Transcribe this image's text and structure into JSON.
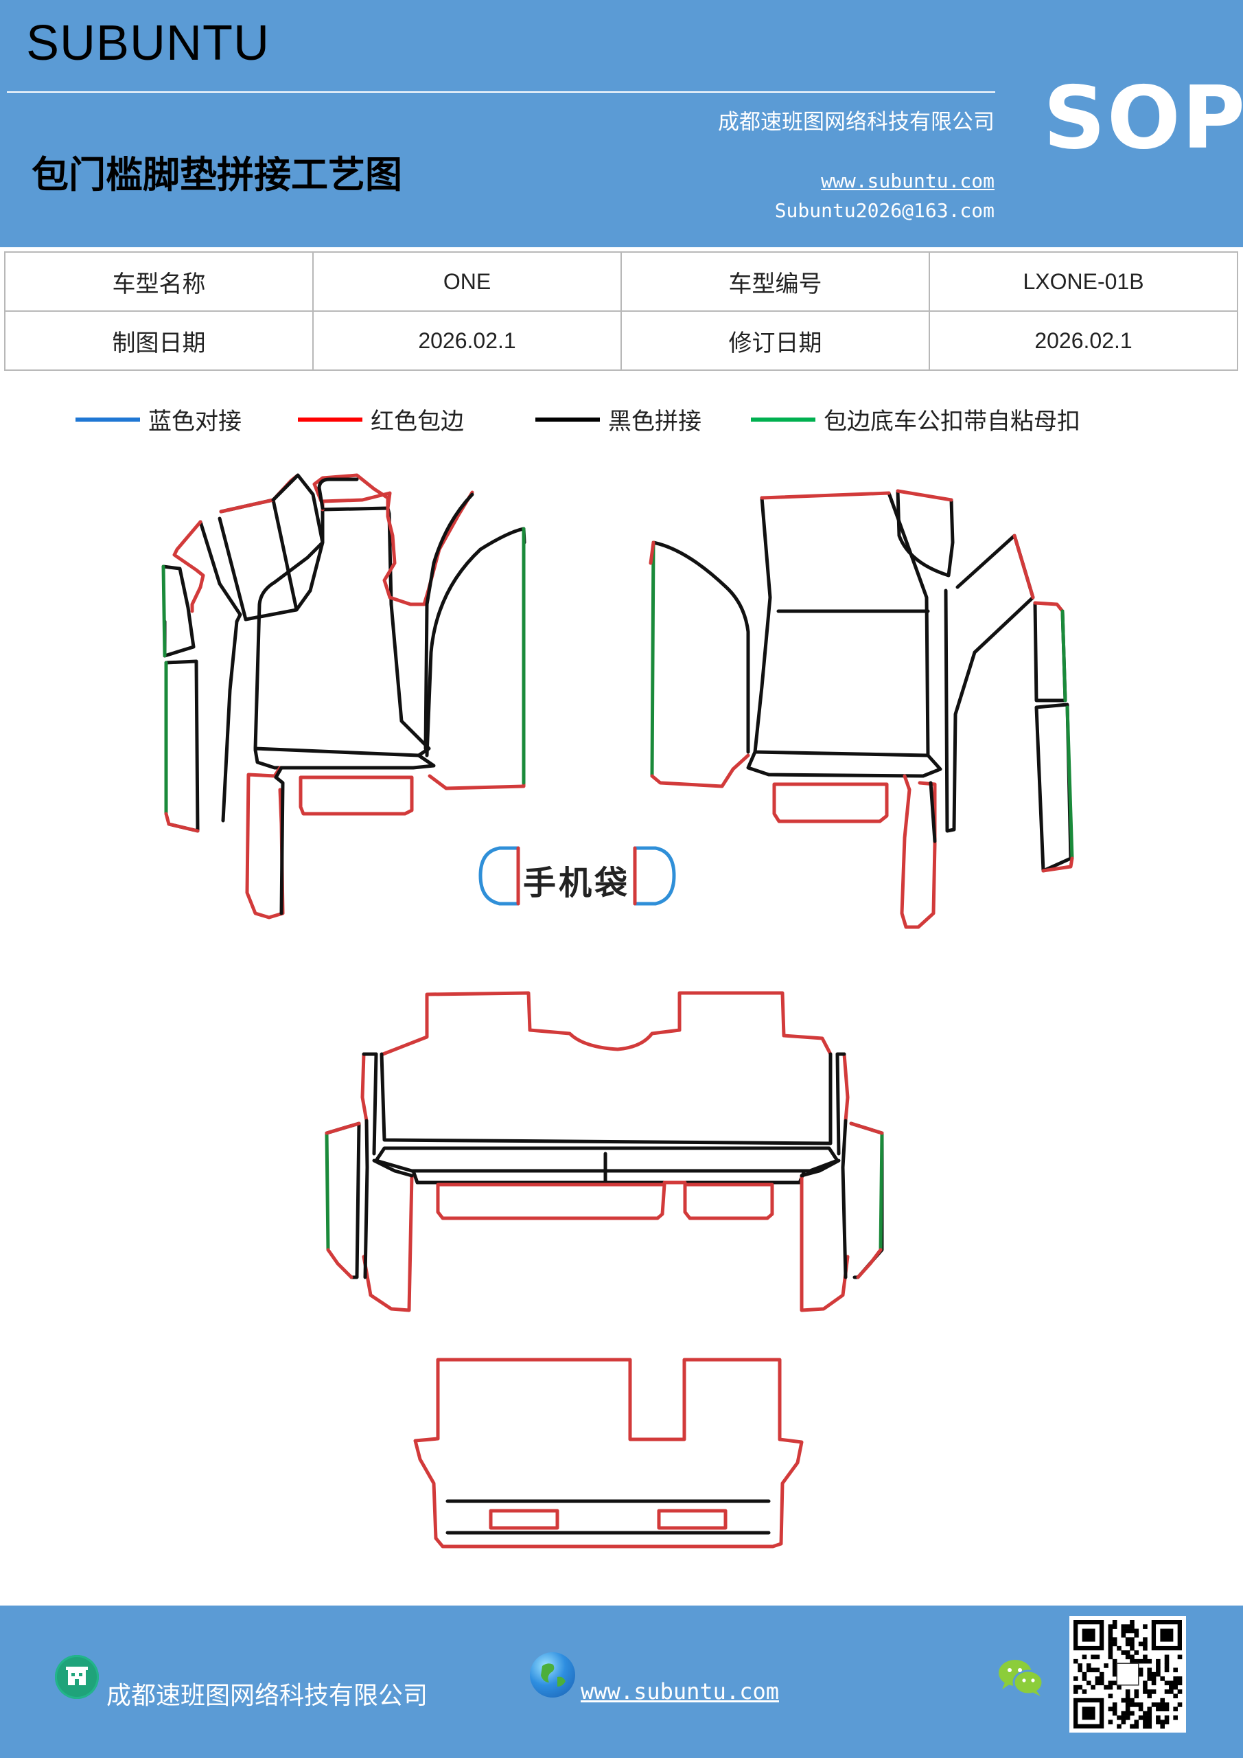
{
  "header": {
    "brand": "SUBUNTU",
    "title": "包门槛脚垫拼接工艺图",
    "company": "成都速班图网络科技有限公司",
    "website": "www.subuntu.com",
    "email": "Subuntu2026@163.com",
    "badge": "SOP"
  },
  "info_table": [
    [
      "车型名称",
      "ONE",
      "车型编号",
      "LXONE-01B"
    ],
    [
      "制图日期",
      "2026.02.1",
      "修订日期",
      "2026.02.1"
    ]
  ],
  "legend": [
    {
      "label": "蓝色对接",
      "color": "#1f77d4"
    },
    {
      "label": "红色包边",
      "color": "#ff0000"
    },
    {
      "label": "黑色拼接",
      "color": "#000000"
    },
    {
      "label": "包边底车公扣带自粘母扣",
      "color": "#00b050"
    }
  ],
  "diagram": {
    "phone_pocket_label": "手机袋",
    "colors": {
      "red": "#d23a3a",
      "black": "#111111",
      "green": "#1a8a3a",
      "blue": "#2f8fd8"
    }
  },
  "footer": {
    "company": "成都速班图网络科技有限公司",
    "website": "www.subuntu.com "
  }
}
